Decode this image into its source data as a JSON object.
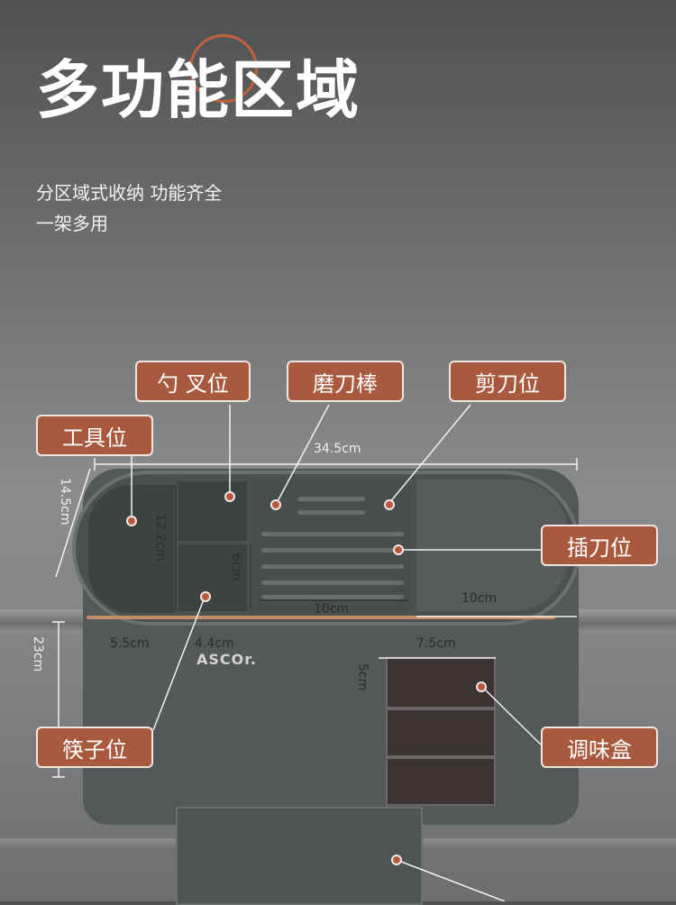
{
  "title": "多功能区域",
  "subtitle_lines": [
    "分区域式收纳 功能齐全",
    "一架多用"
  ],
  "labels": {
    "spoon_fork": "勺 叉位",
    "sharpener": "磨刀棒",
    "scissors": "剪刀位",
    "tools": "工具位",
    "knife": "插刀位",
    "chopsticks": "筷子位",
    "spice_box": "调味盒"
  },
  "dimensions": {
    "width": "34.5cm",
    "depth": "14.5cm",
    "inner_height": "12.2cm",
    "small_height": "6cm",
    "slot_width": "10cm",
    "knife_width": "10cm",
    "left_width": "5.5cm",
    "mid_width": "4.4cm",
    "spice_width": "7.5cm",
    "spice_height": "5cm",
    "total_height": "23cm"
  },
  "brand": "ASCOr.",
  "colors": {
    "label_bg": "#a95a3e",
    "accent": "#c0623d"
  }
}
